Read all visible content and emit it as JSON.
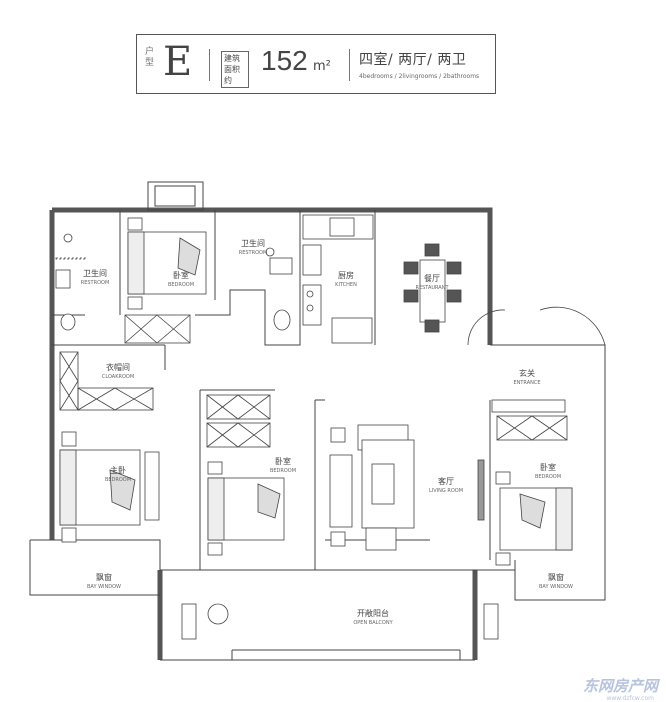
{
  "header": {
    "type_label": "户型",
    "letter": "E",
    "area_label": "建筑面积约",
    "area_value": "152",
    "area_unit": "m²",
    "rooms_zh": "四室/ 两厅/ 两卫",
    "rooms_en": "4bedrooms / 2livingrooms / 2bathrooms"
  },
  "rooms": [
    {
      "zh": "卫生间",
      "en": "RESTROOM"
    },
    {
      "zh": "卧室",
      "en": "BEDROOM"
    },
    {
      "zh": "卫生间",
      "en": "RESTROOM"
    },
    {
      "zh": "厨房",
      "en": "KITCHEN"
    },
    {
      "zh": "餐厅",
      "en": "RESTAURANT"
    },
    {
      "zh": "衣帽间",
      "en": "CLOAKROOM"
    },
    {
      "zh": "玄关",
      "en": "ENTRANCE"
    },
    {
      "zh": "主卧",
      "en": "BEDROOM"
    },
    {
      "zh": "卧室",
      "en": "BEDROOM"
    },
    {
      "zh": "客厅",
      "en": "LIVING ROOM"
    },
    {
      "zh": "卧室",
      "en": "BEDROOM"
    },
    {
      "zh": "飘窗",
      "en": "BAY WINDOW"
    },
    {
      "zh": "开敞阳台",
      "en": "OPEN BALCONY"
    },
    {
      "zh": "飘窗",
      "en": "BAY WINDOW"
    }
  ],
  "watermark": {
    "name": "东网房产网",
    "url": "www.dzfcw.com"
  }
}
